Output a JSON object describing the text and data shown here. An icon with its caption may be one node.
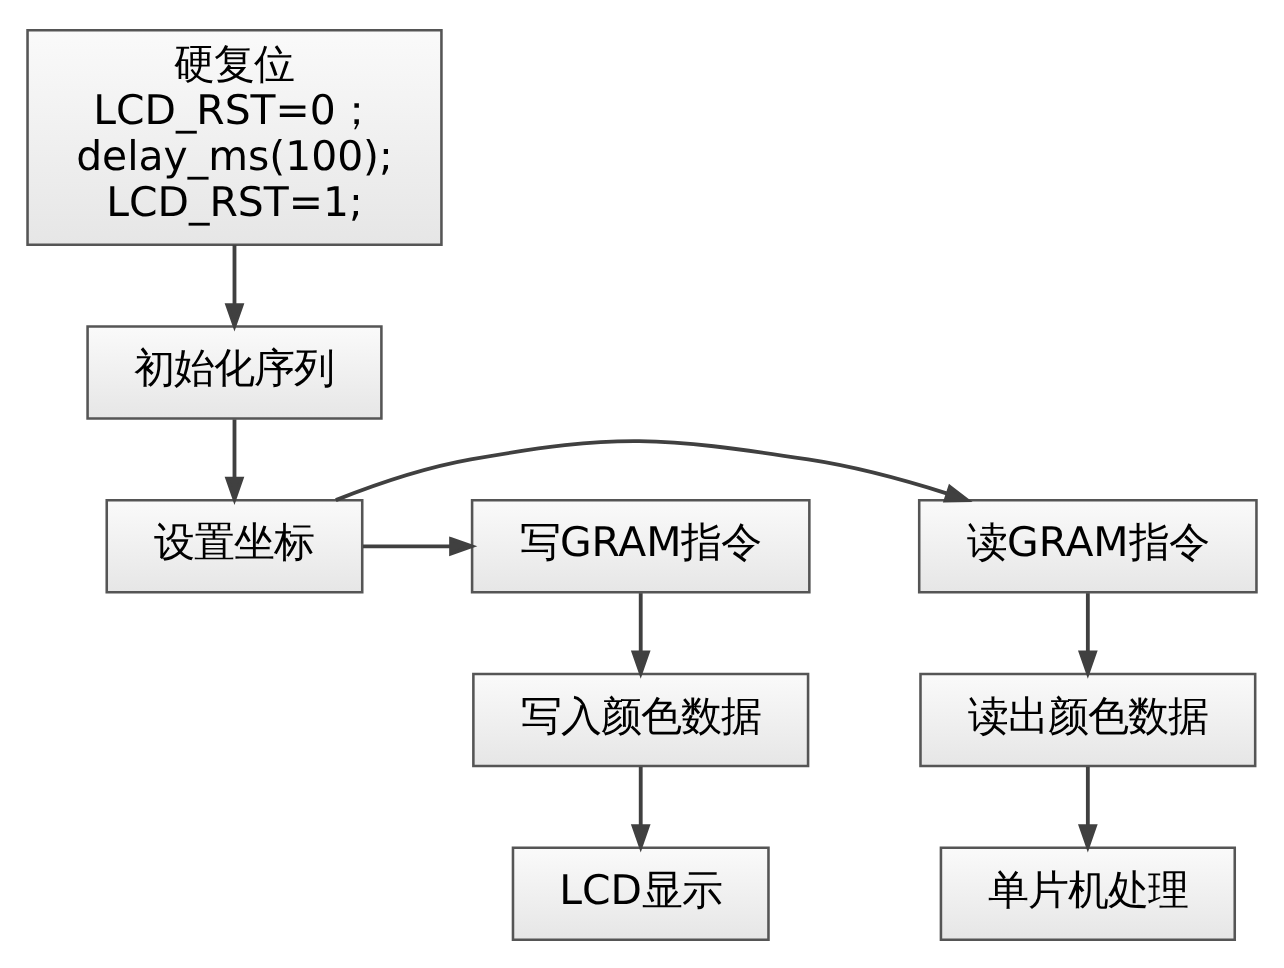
{
  "diagram": {
    "nodes": [
      {
        "text": [
          "硬复位",
          "LCD_RST=0； delay_ms(100); LCD_RST=1;"
        ]
      },
      {
        "text": [
          "初始化序列"
        ]
      },
      {
        "text": [
          "写GRAM指令"
        ]
      },
      {
        "text": [
          "设置坐标"
        ]
      },
      {
        "text": [
          "读GRAM指令"
        ]
      },
      {
        "text": [
          "写入颜色数据"
        ]
      },
      {
        "text": [
          "读出颜色数据"
        ]
      },
      {
        "text": [
          "LCD显示"
        ]
      },
      {
        "text": [
          "单片机处理"
        ]
      }
    ],
    "edges": [
      {
        "from": 0,
        "to": 1,
        "arrow": "to"
      },
      {
        "from": 1,
        "to": 3,
        "arrow": "to"
      },
      {
        "from": 3,
        "to": 2,
        "arrow": "to"
      },
      {
        "from": 3,
        "to": 4,
        "arrow": "to"
      },
      {
        "from": 2,
        "to": 5,
        "arrow": "to"
      },
      {
        "from": 5,
        "to": 7,
        "arrow": "to"
      },
      {
        "from": 4,
        "to": 6,
        "arrow": "to"
      },
      {
        "from": 6,
        "to": 8,
        "arrow": "to"
      }
    ]
  }
}
